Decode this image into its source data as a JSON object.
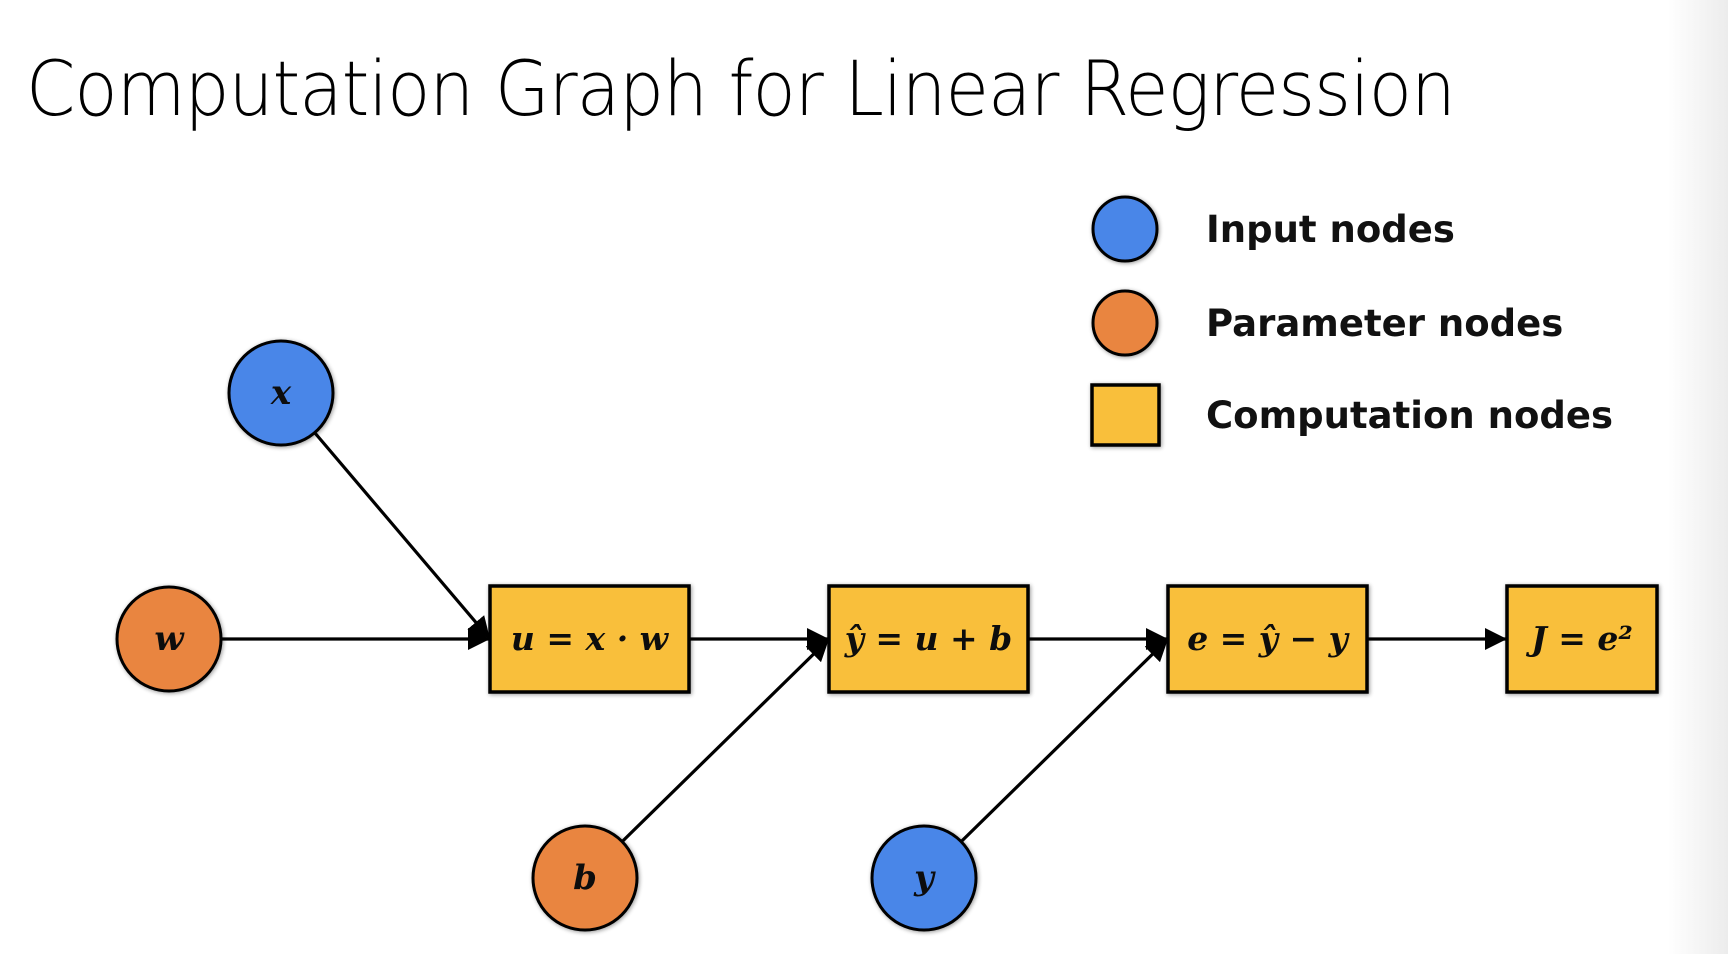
{
  "title": "Computation Graph for Linear Regression",
  "colors": {
    "input": "#4a86e8",
    "parameter": "#e98540",
    "computation": "#f9bf3b",
    "stroke": "#000000"
  },
  "legend": [
    {
      "kind": "input",
      "label": "Input nodes"
    },
    {
      "kind": "parameter",
      "label": "Parameter nodes"
    },
    {
      "kind": "computation",
      "label": "Computation nodes"
    }
  ],
  "nodes": {
    "x": {
      "kind": "input",
      "label": "x"
    },
    "w": {
      "kind": "parameter",
      "label": "w"
    },
    "b": {
      "kind": "parameter",
      "label": "b"
    },
    "y": {
      "kind": "input",
      "label": "y"
    },
    "u": {
      "kind": "computation",
      "label": "u = x · w"
    },
    "yhat": {
      "kind": "computation",
      "label": "ŷ = u + b"
    },
    "e": {
      "kind": "computation",
      "label": "e = ŷ − y"
    },
    "J": {
      "kind": "computation",
      "label": "J = e²"
    }
  },
  "edges": [
    {
      "from": "x",
      "to": "u"
    },
    {
      "from": "w",
      "to": "u"
    },
    {
      "from": "u",
      "to": "yhat"
    },
    {
      "from": "b",
      "to": "yhat"
    },
    {
      "from": "yhat",
      "to": "e"
    },
    {
      "from": "y",
      "to": "e"
    },
    {
      "from": "e",
      "to": "J"
    }
  ]
}
